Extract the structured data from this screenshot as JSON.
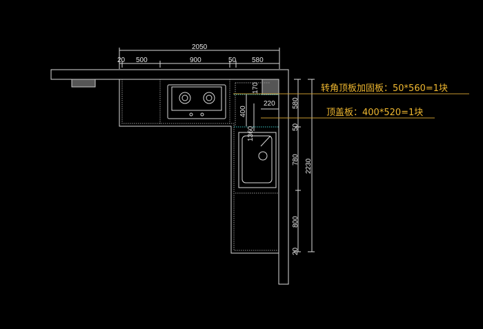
{
  "dimensions": {
    "total_width": "2050",
    "seg_20": "20",
    "seg_500": "500",
    "seg_900": "900",
    "seg_50": "50",
    "seg_580": "580",
    "d170": "170",
    "d220": "220",
    "d400": "400",
    "d1360": "1360",
    "r580": "580",
    "r50": "50",
    "r780": "780",
    "r800": "800",
    "r20": "20",
    "total_height": "2230"
  },
  "notes": {
    "corner_board": "转角顶板加固板：50*560=1块",
    "top_cover": "顶盖板：400*520=1块"
  },
  "colors": {
    "background": "#000000",
    "lines": "#dcdcdc",
    "annotation": "#f0b830",
    "hidden": "#3cc8c8"
  }
}
